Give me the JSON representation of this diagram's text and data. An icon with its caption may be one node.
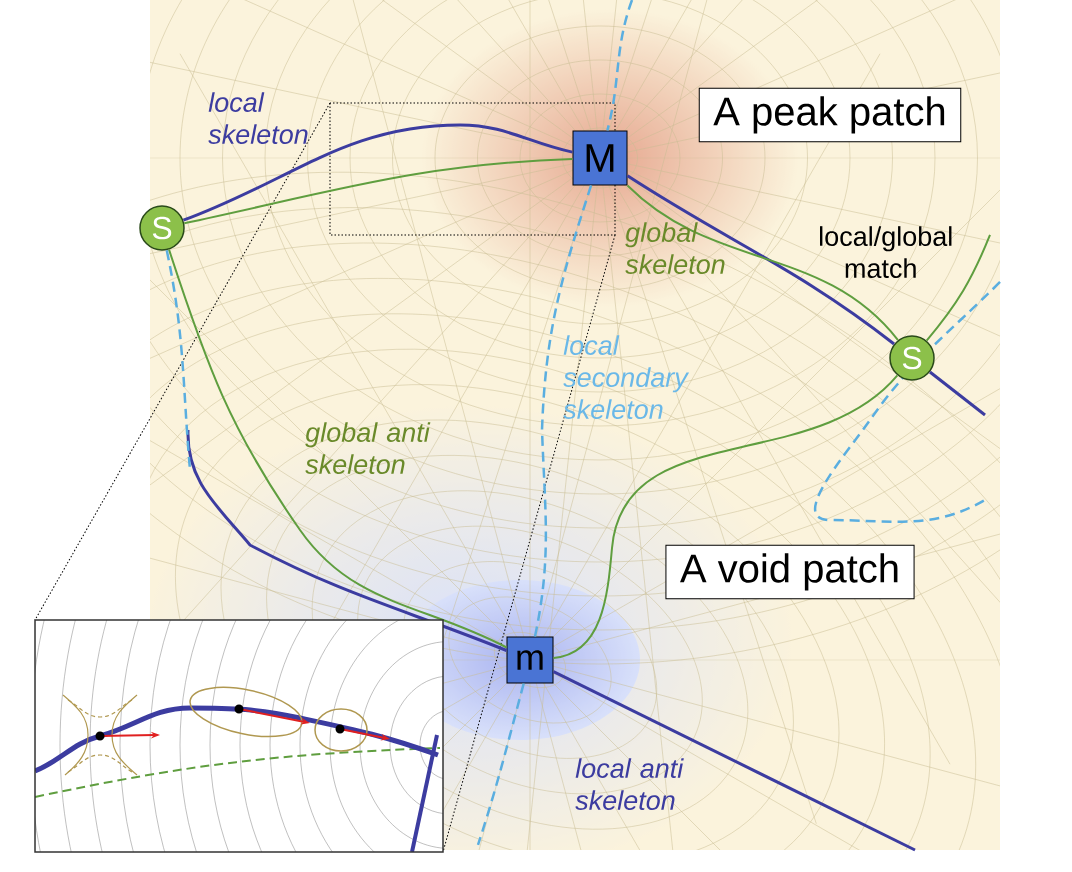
{
  "diagram": {
    "nodes": [
      {
        "text": [
          "A peak patch"
        ]
      },
      {
        "text": [
          "A void patch"
        ]
      },
      {
        "text": [
          "M"
        ]
      },
      {
        "text": [
          "m"
        ]
      },
      {
        "text": [
          "S"
        ]
      },
      {
        "text": [
          "S"
        ]
      }
    ],
    "edges": [
      {
        "from": 4,
        "to": 2,
        "arrow": "none"
      },
      {
        "from": 4,
        "to": 2,
        "arrow": "none",
        "color": "#5f9e3f"
      },
      {
        "from": 2,
        "to": 5,
        "arrow": "none"
      },
      {
        "from": 5,
        "to": null,
        "arrow": "none"
      },
      {
        "from": 2,
        "to": 5,
        "arrow": "none",
        "color": "#5f9e3f"
      },
      {
        "from": 4,
        "to": 3,
        "arrow": "none",
        "color": "#5f9e3f"
      },
      {
        "from": 3,
        "to": 5,
        "arrow": "none",
        "color": "#5f9e3f"
      },
      {
        "from": 5,
        "to": null,
        "arrow": "none",
        "color": "#5f9e3f"
      },
      {
        "from": 3,
        "to": null,
        "arrow": "none"
      },
      {
        "from": null,
        "to": 3,
        "arrow": "none"
      },
      {
        "from": 4,
        "to": null,
        "arrow": "none",
        "style": "dashed",
        "color": "#5aaee0"
      },
      {
        "from": null,
        "to": 2,
        "arrow": "none",
        "style": "dashed",
        "color": "#5aaee0"
      },
      {
        "from": 2,
        "to": 3,
        "arrow": "none",
        "style": "dashed",
        "color": "#5aaee0"
      },
      {
        "from": 3,
        "to": null,
        "arrow": "none",
        "style": "dashed",
        "color": "#5aaee0"
      }
    ],
    "labels": [
      "local skeleton",
      "global skeleton",
      "local/global match",
      "local secondary skeleton",
      "global anti skeleton",
      "local anti skeleton"
    ]
  }
}
